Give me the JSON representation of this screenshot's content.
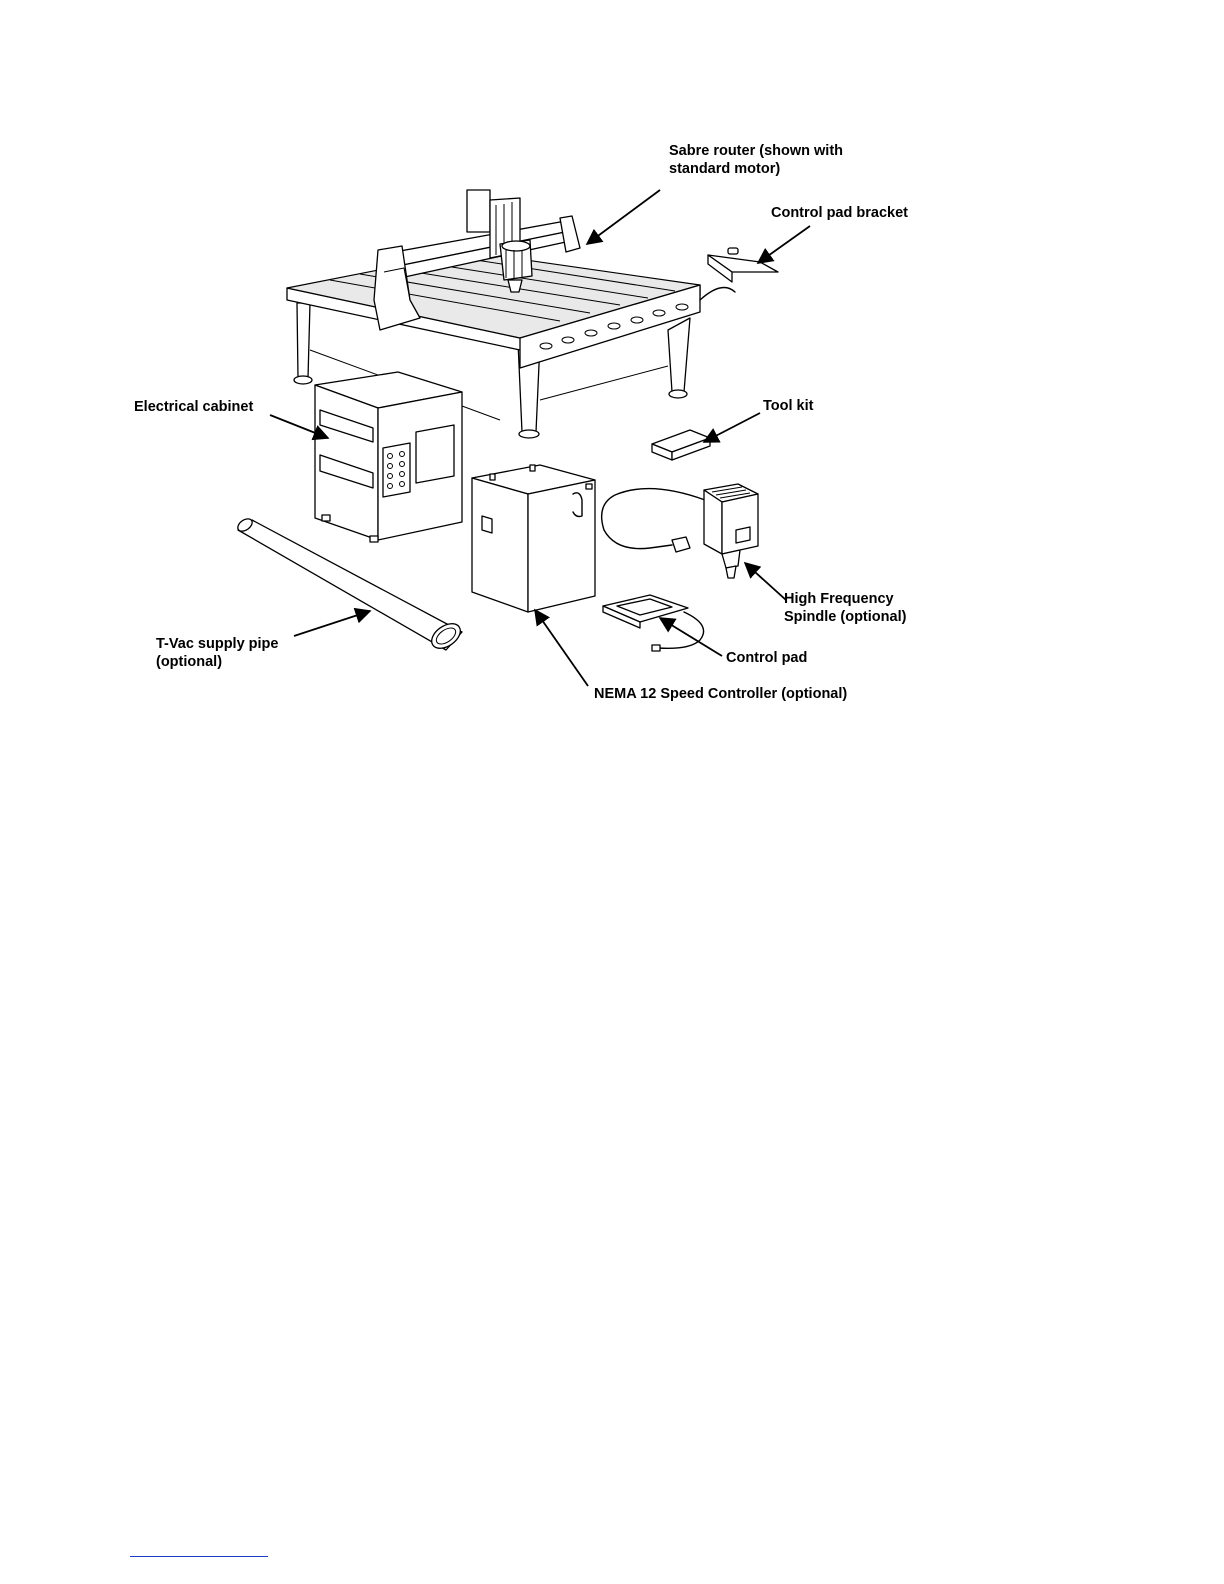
{
  "callouts": {
    "sabre_router": {
      "line1": "Sabre router (shown with",
      "line2": "standard motor)"
    },
    "control_pad_bracket": "Control pad bracket",
    "electrical_cabinet": "Electrical cabinet",
    "tool_kit": "Tool kit",
    "high_frequency_spindle": {
      "line1": "High Frequency",
      "line2": "Spindle (optional)"
    },
    "tvac_supply_pipe": {
      "line1": "T-Vac supply pipe",
      "line2": "(optional)"
    },
    "control_pad": "Control pad",
    "nema_speed_controller": "NEMA 12 Speed Controller (optional)"
  }
}
